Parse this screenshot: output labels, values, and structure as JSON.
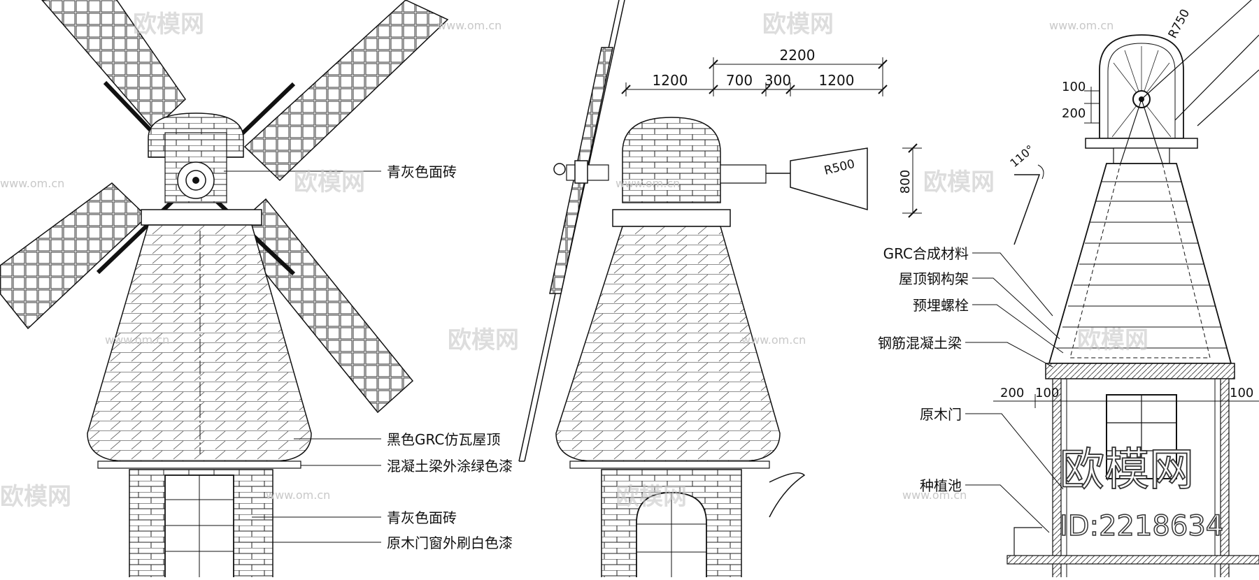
{
  "drawing": {
    "front": {
      "labels": {
        "roof_brick_top": "青灰色面砖",
        "roof_tile": "黑色GRC仿瓦屋顶",
        "beam_paint": "混凝土梁外涂绿色漆",
        "wall_brick": "青灰色面砖",
        "door_window": "原木门窗外刷白色漆"
      }
    },
    "side": {
      "dimensions": {
        "total": "2200",
        "d1": "1200",
        "d2": "700",
        "d3": "300",
        "d4": "1200",
        "height": "800",
        "radius": "R500"
      }
    },
    "section": {
      "dimensions": {
        "radius": "R750",
        "h1": "100",
        "h2": "200",
        "angle": "110°",
        "w1": "200",
        "w2": "100",
        "w3": "100"
      },
      "labels": {
        "grc": "GRC合成材料",
        "steel": "屋顶钢构架",
        "bolt": "预埋螺栓",
        "beam": "钢筋混凝土梁",
        "door": "原木门",
        "planter": "种植池"
      }
    }
  },
  "watermark": {
    "brand": "欧模网",
    "domain": "www.om.cn",
    "id_text": "ID:2218634"
  }
}
